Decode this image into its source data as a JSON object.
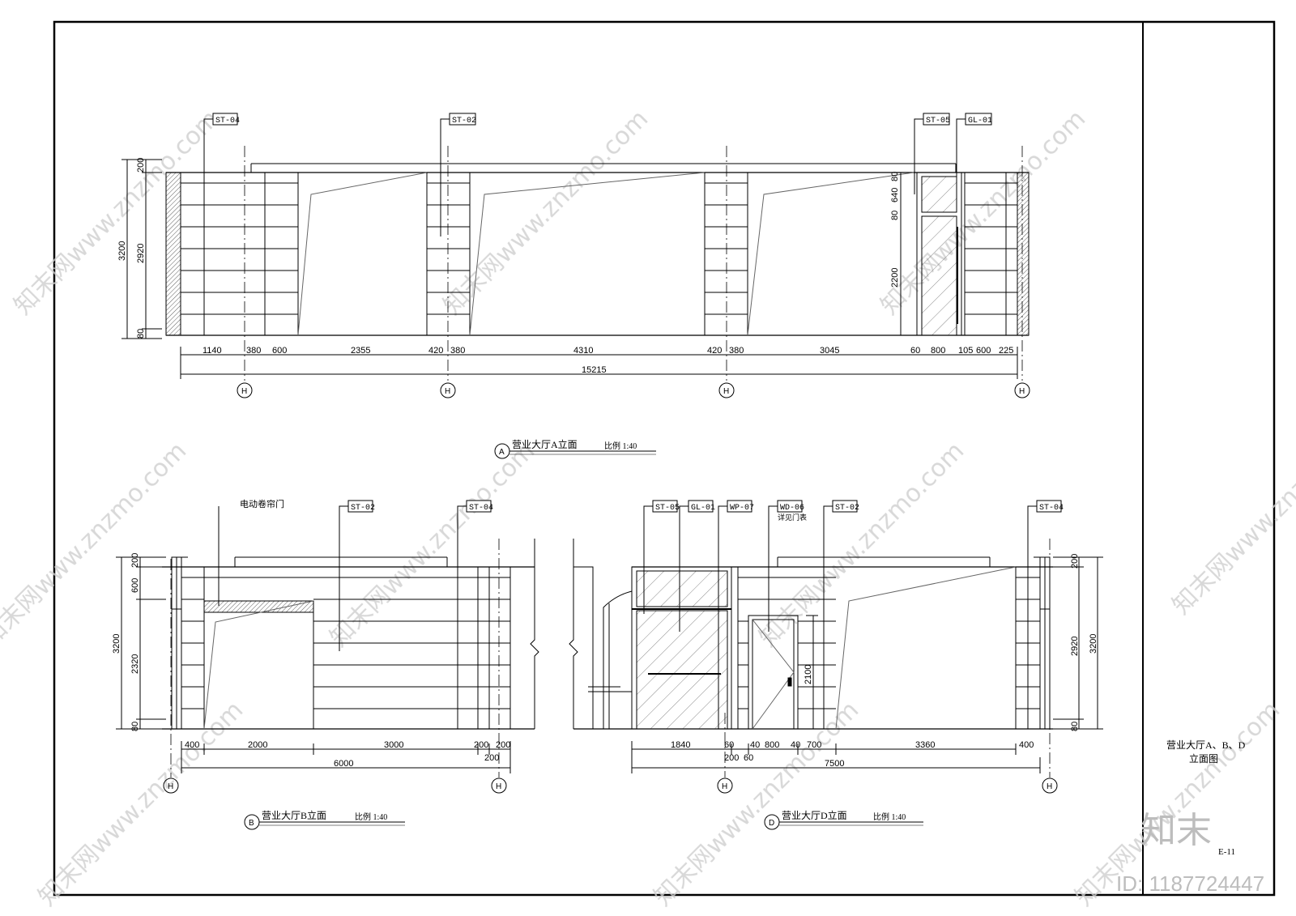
{
  "title_block": {
    "title_line1": "营业大厅A、B、D",
    "title_line2": "立面图",
    "sheet_no": "E-11",
    "brand": "知末",
    "id_text": "ID: 1187724447"
  },
  "watermark_text": "知末网www.znzmo.com",
  "elev_a": {
    "label_letter": "A",
    "label": "营业大厅A立面",
    "scale": "比例  1:40",
    "tags": [
      "ST-04",
      "ST-02",
      "ST-05",
      "GL-01"
    ],
    "dims_top": [
      "1140",
      "380",
      "600",
      "2355",
      "420",
      "380",
      "4310",
      "420",
      "380",
      "3045",
      "60",
      "800",
      "105",
      "600",
      "225"
    ],
    "total": "15215",
    "vdims": [
      "3200",
      "2920",
      "200",
      "80"
    ],
    "door_vdims": [
      "80",
      "640",
      "80",
      "2200"
    ],
    "axes": [
      "H",
      "H",
      "H",
      "H"
    ]
  },
  "elev_b": {
    "label_letter": "B",
    "label": "营业大厅B立面",
    "scale": "比例  1:40",
    "tags": [
      "ST-02",
      "ST-04"
    ],
    "callout": "电动卷帘门",
    "dims_top": [
      "400",
      "2000",
      "3000",
      "200",
      "200"
    ],
    "dim_extra": "200",
    "total": "6000",
    "vdims": [
      "3200",
      "2320",
      "600",
      "200",
      "80"
    ],
    "axes": [
      "H",
      "H"
    ]
  },
  "elev_d": {
    "label_letter": "D",
    "label": "营业大厅D立面",
    "scale": "比例  1:40",
    "tags": [
      "ST-05",
      "GL-01",
      "WP-07",
      "WD-06",
      "ST-02",
      "ST-04"
    ],
    "note": "详见门表",
    "dims_top": [
      "1840",
      "60",
      "40",
      "800",
      "40",
      "700",
      "3360",
      "400"
    ],
    "dims_sub": [
      "200",
      "60"
    ],
    "door_dim": "2100",
    "total": "7500",
    "vdims": [
      "2920",
      "3200",
      "200",
      "80"
    ],
    "axes": [
      "H",
      "H"
    ]
  }
}
